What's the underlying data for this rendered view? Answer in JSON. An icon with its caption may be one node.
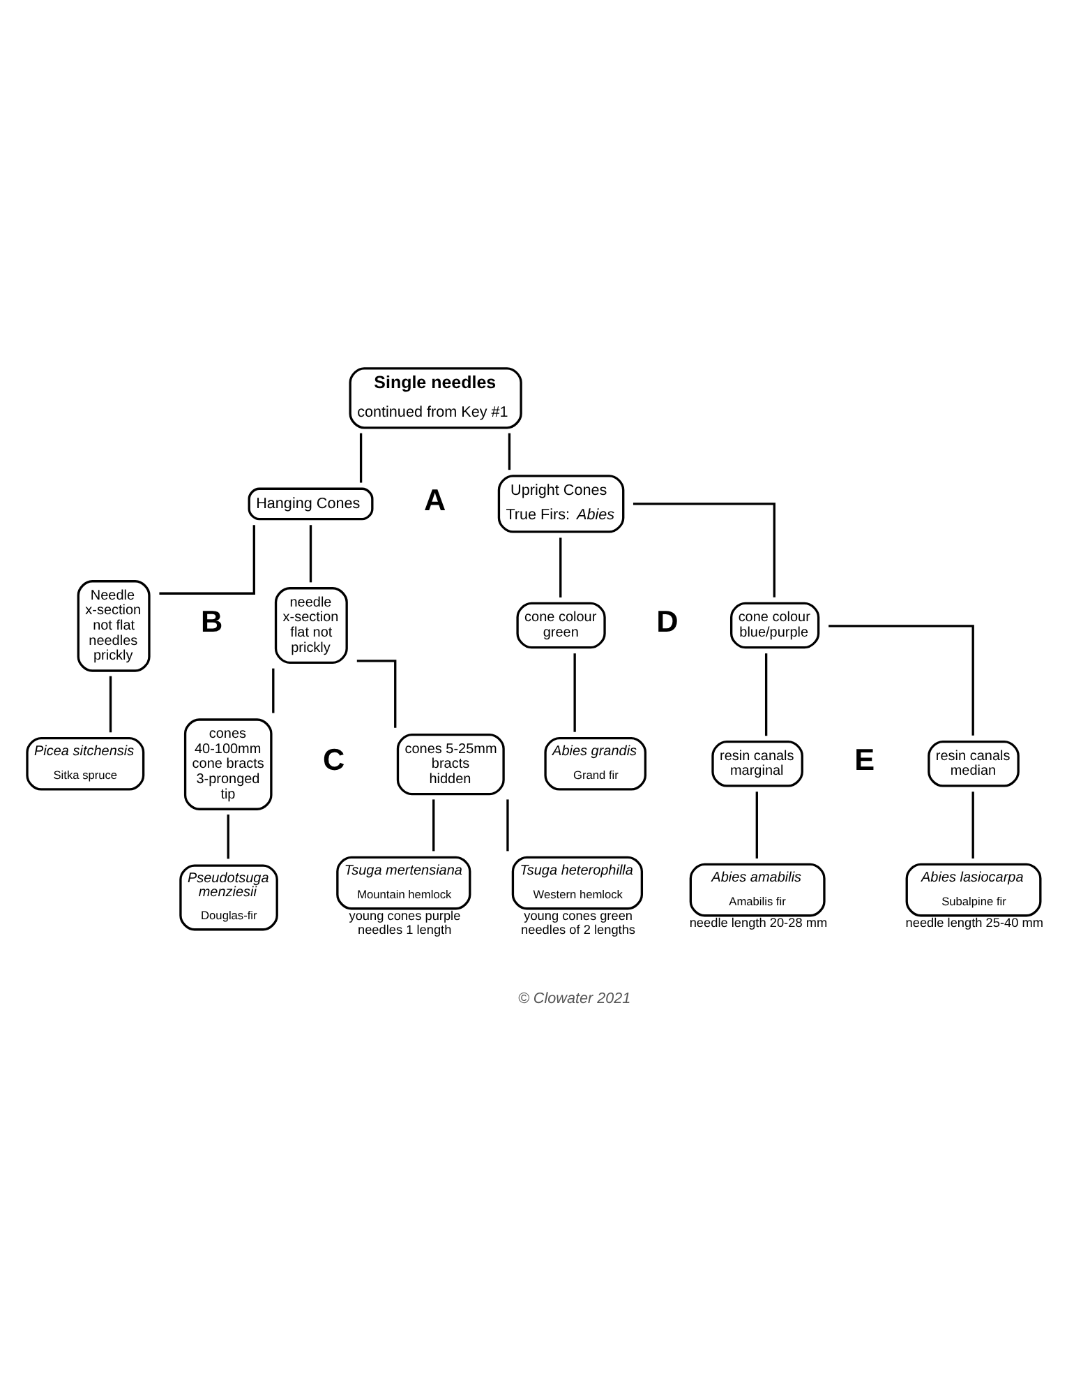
{
  "diagram": {
    "nodes": [
      {
        "text": [
          "Single needles",
          "continued from Key #1"
        ]
      },
      {
        "text": [
          "Hanging Cones"
        ]
      },
      {
        "text": [
          "Upright Cones",
          "True Firs: *Abies*"
        ]
      },
      {
        "text": [
          "Needle x-section not flat needles prickly"
        ]
      },
      {
        "text": [
          "needle x-section flat not prickly"
        ]
      },
      {
        "text": [
          "cone colour green"
        ]
      },
      {
        "text": [
          "cone colour blue/purple"
        ]
      },
      {
        "text": [
          "Picea sitchensis",
          "Sitka spruce"
        ]
      },
      {
        "text": [
          "cones 40-100mm cone bracts 3-pronged tip"
        ]
      },
      {
        "text": [
          "cones 5-25mm bracts hidden"
        ]
      },
      {
        "text": [
          "Abies grandis",
          "Grand fir"
        ]
      },
      {
        "text": [
          "resin canals marginal"
        ]
      },
      {
        "text": [
          "resin canals median"
        ]
      },
      {
        "text": [
          "Pseudotsuga menziesii",
          "Douglas-fir"
        ]
      },
      {
        "text": [
          "Abies amabilis",
          "Amabilis fir"
        ],
        "beside": [
          "needle length 20-28 mm"
        ]
      },
      {
        "text": [
          "Abies lasiocarpa",
          "Subalpine fir"
        ],
        "beside": [
          "needle length 25-40 mm"
        ]
      },
      {
        "text": [
          "Tsuga mertensiana",
          "Mountain hemlock"
        ],
        "beside": [
          "young cones purple",
          "needles 1 length"
        ]
      },
      {
        "text": [
          "Tsuga heterophilla",
          "Western hemlock"
        ],
        "beside": [
          "young cones green",
          "needles of 2 lengths"
        ]
      }
    ],
    "edges": [
      {
        "from": 0,
        "to": 1,
        "arrow": "none"
      },
      {
        "from": 0,
        "to": 2,
        "arrow": "none"
      },
      {
        "from": 1,
        "to": 3,
        "arrow": "none"
      },
      {
        "from": 1,
        "to": 4,
        "arrow": "none"
      },
      {
        "from": 3,
        "to": 7,
        "arrow": "none"
      },
      {
        "from": 4,
        "to": 8,
        "arrow": "none"
      },
      {
        "from": 4,
        "to": 9,
        "arrow": "none"
      },
      {
        "from": 8,
        "to": 13,
        "arrow": "none"
      },
      {
        "from": 9,
        "to": 16,
        "arrow": "none"
      },
      {
        "from": 9,
        "to": 17,
        "arrow": "none"
      },
      {
        "from": 2,
        "to": 5,
        "arrow": "none"
      },
      {
        "from": 2,
        "to": 6,
        "arrow": "none"
      },
      {
        "from": 5,
        "to": 10,
        "arrow": "none"
      },
      {
        "from": 6,
        "to": 11,
        "arrow": "none"
      },
      {
        "from": 6,
        "to": 12,
        "arrow": "none"
      },
      {
        "from": 11,
        "to": 14,
        "arrow": "none"
      },
      {
        "from": 12,
        "to": 15,
        "arrow": "none"
      }
    ],
    "labels": [
      "A",
      "B",
      "C",
      "D",
      "E",
      "© Clowater 2021"
    ]
  }
}
